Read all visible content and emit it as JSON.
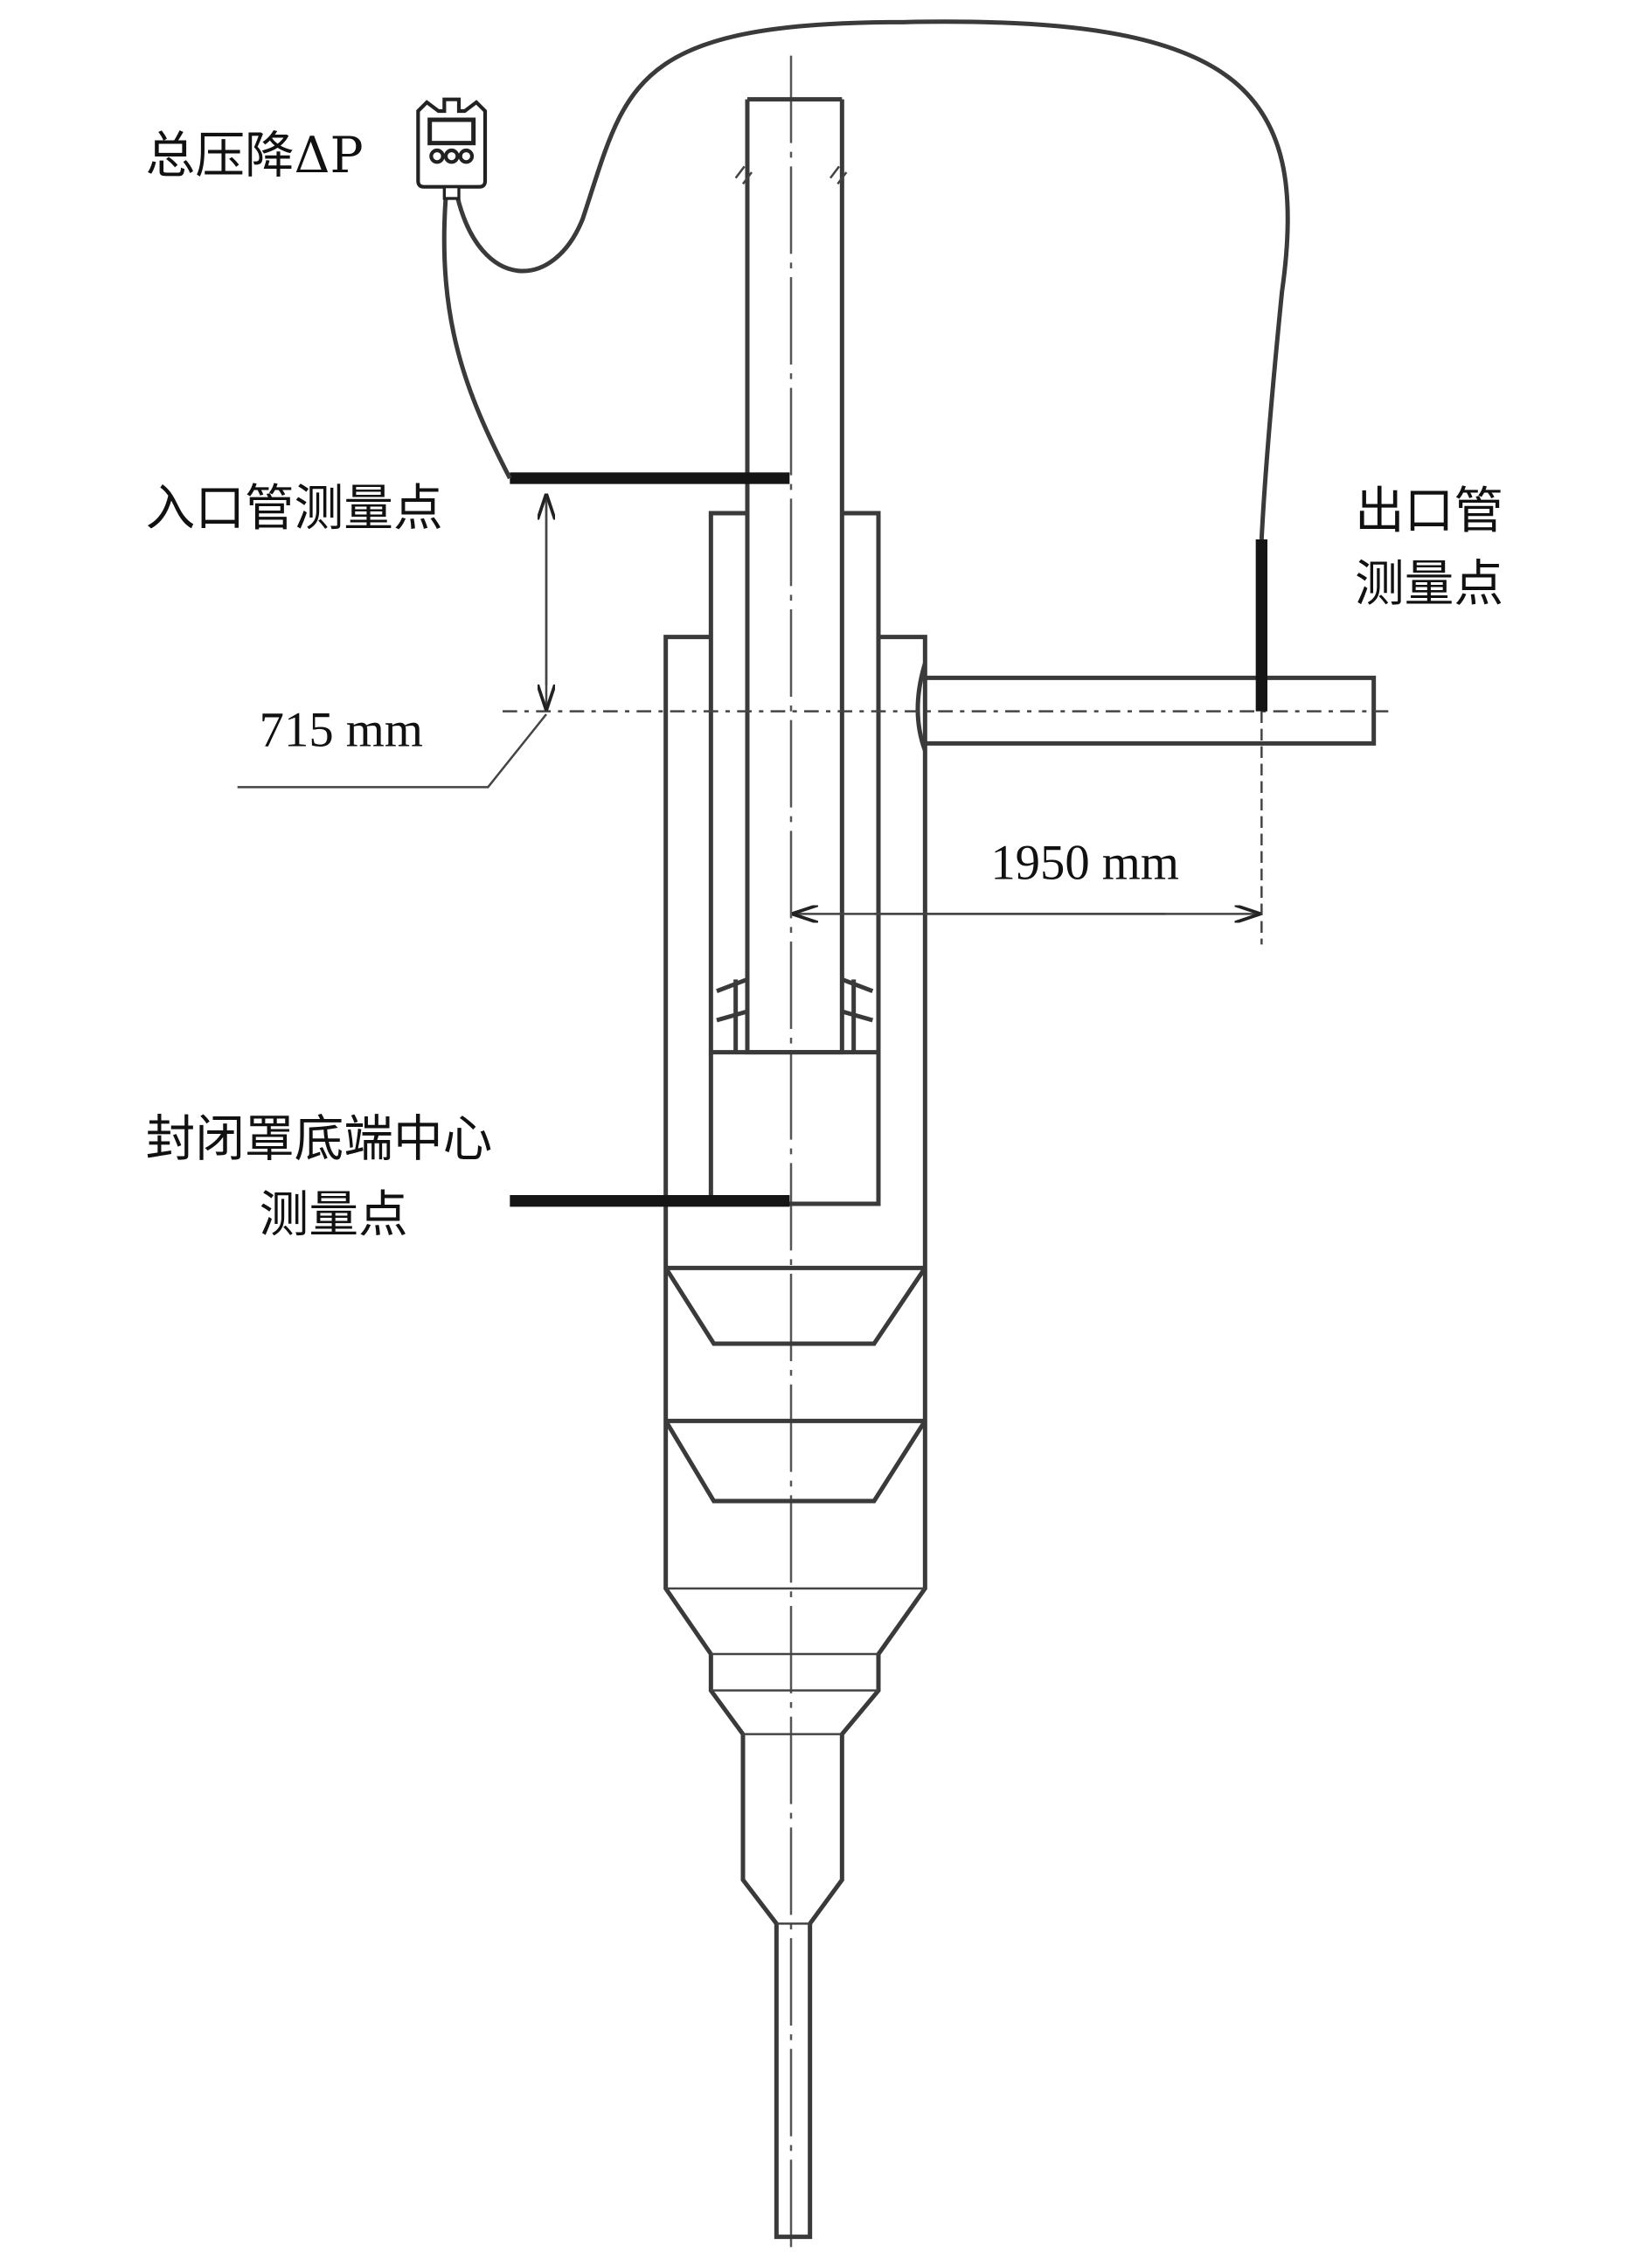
{
  "diagram": {
    "labels": {
      "total_pressure_drop": "总压降ΔP",
      "inlet_point": "入口管测量点",
      "outlet_point_line1": "出口管",
      "outlet_point_line2": "测量点",
      "hood_point_line1": "封闭罩底端中心",
      "hood_point_line2": "测量点"
    },
    "dimensions": {
      "vertical_offset": "715 mm",
      "horizontal_offset": "1950 mm"
    },
    "icons": {
      "gauge": "pressure-gauge-icon"
    }
  }
}
